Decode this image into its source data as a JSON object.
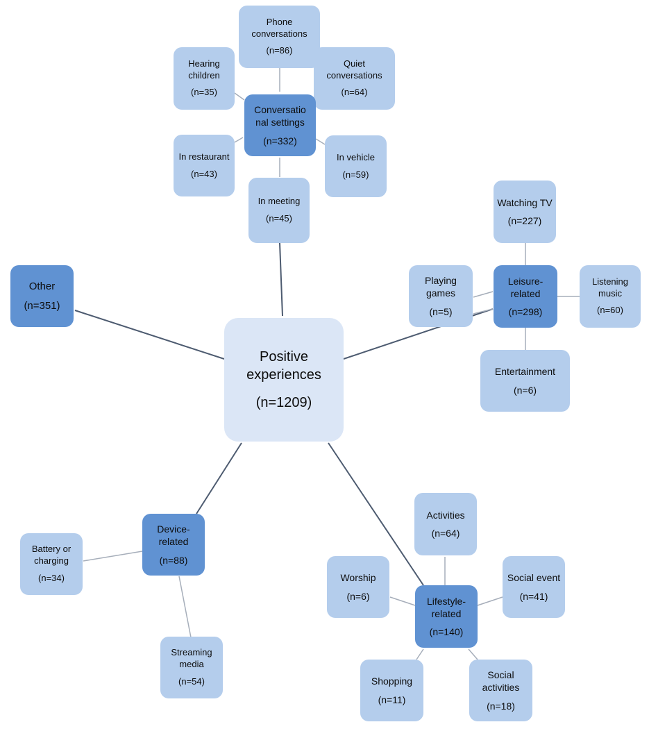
{
  "nodes": {
    "root": {
      "label": "Positive experiences",
      "count": "(n=1209)"
    },
    "other": {
      "label": "Other",
      "count": "(n=351)"
    },
    "conv": {
      "label": "Conversatio nal settings",
      "count": "(n=332)"
    },
    "phone": {
      "label": "Phone conversations",
      "count": "(n=86)"
    },
    "hearing": {
      "label": "Hearing children",
      "count": "(n=35)"
    },
    "quiet": {
      "label": "Quiet conversations",
      "count": "(n=64)"
    },
    "restaurant": {
      "label": "In restaurant",
      "count": "(n=43)"
    },
    "vehicle": {
      "label": "In vehicle",
      "count": "(n=59)"
    },
    "meeting": {
      "label": "In meeting",
      "count": "(n=45)"
    },
    "leisure": {
      "label": "Leisure- related",
      "count": "(n=298)"
    },
    "tv": {
      "label": "Watching TV",
      "count": "(n=227)"
    },
    "games": {
      "label": "Playing games",
      "count": "(n=5)"
    },
    "music": {
      "label": "Listening music",
      "count": "(n=60)"
    },
    "entertainment": {
      "label": "Entertainment",
      "count": "(n=6)"
    },
    "device": {
      "label": "Device- related",
      "count": "(n=88)"
    },
    "battery": {
      "label": "Battery or charging",
      "count": "(n=34)"
    },
    "streaming": {
      "label": "Streaming media",
      "count": "(n=54)"
    },
    "lifestyle": {
      "label": "Lifestyle- related",
      "count": "(n=140)"
    },
    "activities": {
      "label": "Activities",
      "count": "(n=64)"
    },
    "worship": {
      "label": "Worship",
      "count": "(n=6)"
    },
    "social_event": {
      "label": "Social event",
      "count": "(n=41)"
    },
    "shopping": {
      "label": "Shopping",
      "count": "(n=11)"
    },
    "social_activities": {
      "label": "Social activities",
      "count": "(n=18)"
    }
  },
  "colors": {
    "root_fill": "#dbe6f6",
    "category_fill": "#6092d2",
    "leaf_fill": "#b4cdec",
    "edge_main": "#4d5b70",
    "edge_minor": "#a6aeba"
  }
}
